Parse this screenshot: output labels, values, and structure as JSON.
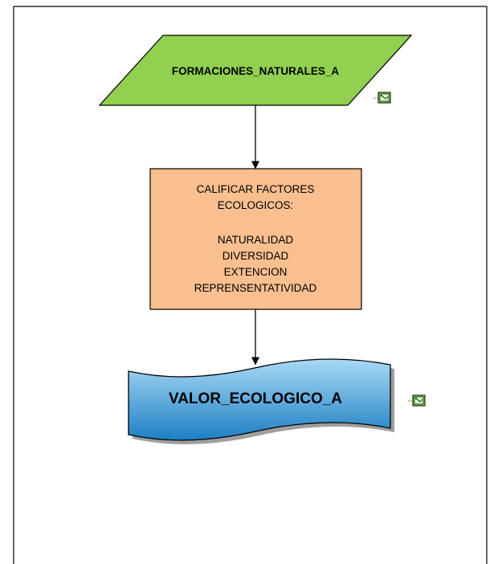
{
  "diagram": {
    "input": {
      "label": "FORMACIONES_NATURALES_A",
      "fill": "#92d050",
      "icon": "map-layer-icon"
    },
    "process": {
      "lines": [
        "CALIFICAR FACTORES",
        "ECOLOGICOS:",
        "",
        "NATURALIDAD",
        "DIVERSIDAD",
        "EXTENCION",
        "REPRENSENTATIVIDAD"
      ],
      "fill": "#f9bf8f"
    },
    "output": {
      "label": "VALOR_ECOLOGICO_A",
      "fill_light": "#a9d8f5",
      "fill_dark": "#1d7fc4",
      "icon": "map-layer-icon"
    }
  }
}
